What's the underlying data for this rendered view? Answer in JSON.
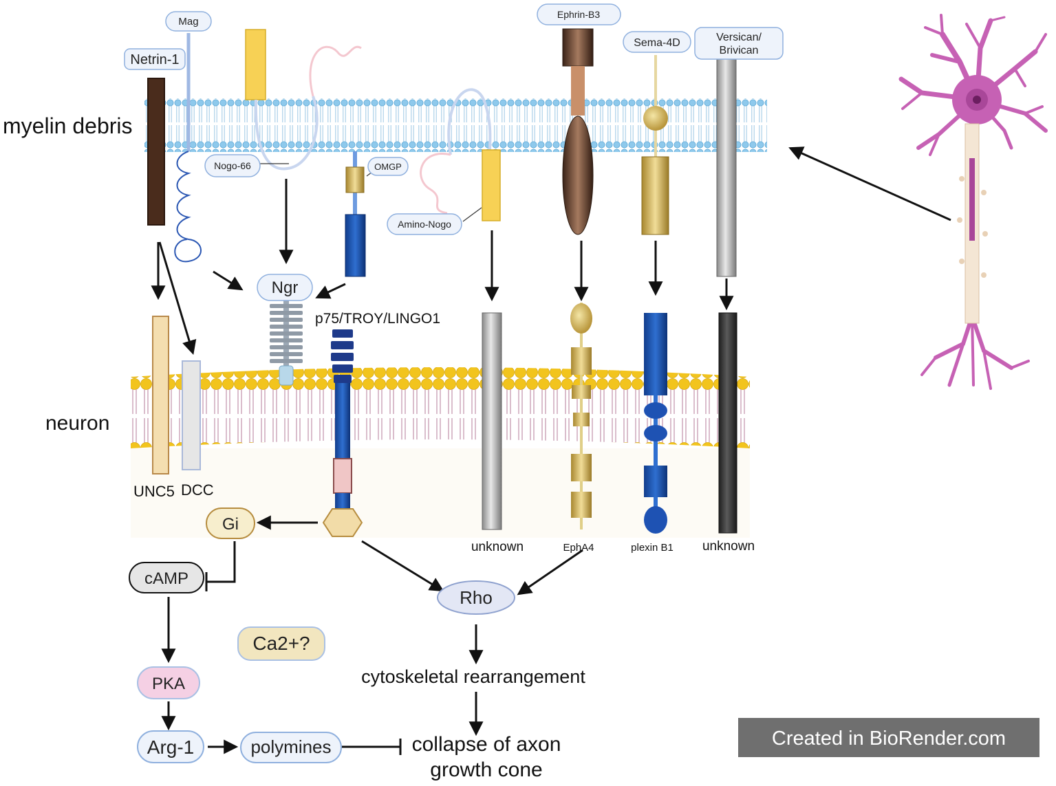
{
  "labels": {
    "myelin_debris": "myelin debris",
    "neuron": "neuron",
    "mag": "Mag",
    "netrin1": "Netrin-1",
    "nogo66": "Nogo-66",
    "omgp": "OMGP",
    "amino_nogo": "Amino-Nogo",
    "ephrin_b3": "Ephrin-B3",
    "sema_4d": "Sema-4D",
    "versican_line1": "Versican/",
    "versican_line2": "Brivican",
    "ngr": "Ngr",
    "p75": "p75/TROY/LINGO1",
    "unc5": "UNC5",
    "dcc": "DCC",
    "unknown_1": "unknown",
    "epha4": "EphA4",
    "plexin_b1": "plexin B1",
    "unknown_2": "unknown",
    "gi": "Gi",
    "camp": "cAMP",
    "ca2": "Ca2+?",
    "pka": "PKA",
    "arg1": "Arg-1",
    "polymines": "polymines",
    "rho": "Rho",
    "cytoskeletal": "cytoskeletal rearrangement",
    "collapse_line1": "collapse of axon",
    "collapse_line2": "growth cone",
    "watermark": "Created in BioRender.com"
  },
  "colors": {
    "myelin_head": "#8ec9ec",
    "neuron_head": "#f2c41d",
    "neuron_tail": "#c9a0b6",
    "netrin": "#4a2c1c",
    "unc5": "#f4deb0",
    "dcc": "#e5e5e5",
    "blue_receptor": "#1f4fa8",
    "gold": "#c9a94b",
    "neuron_cell": "#c661b4",
    "watermark_bg": "#6f6f6f"
  }
}
